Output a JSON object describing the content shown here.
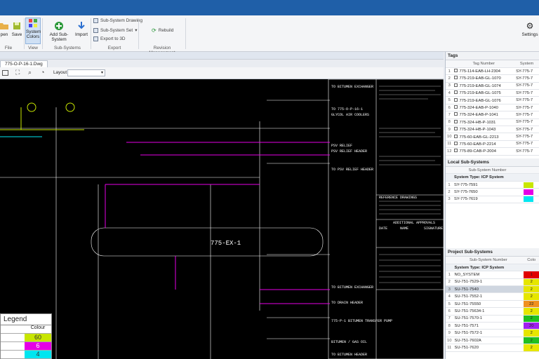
{
  "ribbon": {
    "file_group": "File",
    "open": "pen",
    "save": "Save",
    "view_group": "View",
    "system_colors": "System\nColors",
    "subsystems_group": "Sub-Systems",
    "add_subsystem": "Add Sub-System",
    "import": "Import",
    "export_group": "Export",
    "subsystem_drawing": "Sub-System Drawing",
    "subsystem_set": "Sub-System Set",
    "export_3d": "Export to 3D",
    "revision_group": "Revision Management",
    "rebuild": "Rebuild",
    "settings": "Settings"
  },
  "document_tab": "775-O-P-16-1.Dwg",
  "toolbar": {
    "layout_label": "Layout"
  },
  "tags": {
    "title": "Tags",
    "col_tag": "Tag Number",
    "col_system": "System",
    "rows": [
      {
        "n": "1",
        "tag": "775-114-EAB-LH-2304",
        "system": "SY-775-7"
      },
      {
        "n": "2",
        "tag": "775-219-EAB-GL-1070",
        "system": "SY-775-7"
      },
      {
        "n": "3",
        "tag": "775-219-EAB-GL-1074",
        "system": "SY-775-7"
      },
      {
        "n": "4",
        "tag": "775-219-EAB-GL-1075",
        "system": "SY-775-7"
      },
      {
        "n": "5",
        "tag": "775-219-EAB-GL-1076",
        "system": "SY-775-7"
      },
      {
        "n": "6",
        "tag": "775-324-EAB-P-1040",
        "system": "SY-775-7"
      },
      {
        "n": "7",
        "tag": "775-324-EAB-P-1041",
        "system": "SY-775-7"
      },
      {
        "n": "8",
        "tag": "775-324-HB-P-1031",
        "system": "SY-775-7"
      },
      {
        "n": "9",
        "tag": "775-324-HB-P-1043",
        "system": "SY-775-7"
      },
      {
        "n": "10",
        "tag": "775-60-EAB-GL-2213",
        "system": "SY-775-7"
      },
      {
        "n": "11",
        "tag": "775-60-EAB-P-2214",
        "system": "SY-775-7"
      },
      {
        "n": "12",
        "tag": "775-89-CAB-P-2004",
        "system": "SY-775-7"
      }
    ]
  },
  "local": {
    "title": "Local Sub-Systems",
    "col": "Sub-System Number",
    "group": "System Type: ICP System",
    "rows": [
      {
        "n": "1",
        "name": "SY-775-7591",
        "color": "#c8e600"
      },
      {
        "n": "2",
        "name": "SY-775-7650",
        "color": "#e600e6"
      },
      {
        "n": "3",
        "name": "SY-775-7619",
        "color": "#00e6f0"
      }
    ]
  },
  "project": {
    "title": "Project Sub-Systems",
    "col": "Sub-System Number",
    "col_color": "Colo",
    "group": "System Type: ICP System",
    "rows": [
      {
        "n": "1",
        "name": "NO_SYSTEM",
        "val": "1",
        "color": "#e00000"
      },
      {
        "n": "2",
        "name": "SU-751-7529-1",
        "val": "2",
        "color": "#e6e600"
      },
      {
        "n": "3",
        "name": "SU-751-7540",
        "val": "2",
        "color": "#e6e600"
      },
      {
        "n": "4",
        "name": "SU-751-7552-1",
        "val": "2",
        "color": "#e6e600"
      },
      {
        "n": "5",
        "name": "SU-751-75550",
        "val": "22",
        "color": "#f09020"
      },
      {
        "n": "6",
        "name": "SU-751-75634-1",
        "val": "2",
        "color": "#e6e600"
      },
      {
        "n": "7",
        "name": "SU-751-7570-1",
        "val": "2",
        "color": "#20c020"
      },
      {
        "n": "8",
        "name": "SU-751-7571",
        "val": "20",
        "color": "#a020f0"
      },
      {
        "n": "9",
        "name": "SU-751-7572-1",
        "val": "2",
        "color": "#e6e600"
      },
      {
        "n": "10",
        "name": "SU-751-7602A",
        "val": "2",
        "color": "#20c020"
      },
      {
        "n": "11",
        "name": "SU-751-7620",
        "val": "2",
        "color": "#e6e600"
      }
    ]
  },
  "legend": {
    "title": "Legend",
    "col_colour": "Colour",
    "rows": [
      {
        "value": "60",
        "color": "#c8e600"
      },
      {
        "value": "6",
        "color": "#e600e6"
      },
      {
        "value": "4",
        "color": "#00e6f0"
      }
    ]
  },
  "drawing": {
    "header_label": "775-EX-1",
    "notes": [
      "TO BITUMEN EXCHANGER",
      "TO 775-O-P-16-1",
      "GLYCOL AIR COOLERS",
      "PSV RELIEF",
      "PSV RELIEF HEADER",
      "TO PSV RELIEF HEADER",
      "TO BITUMEN EXCHANGER",
      "TO DRAIN HEADER",
      "775-P-1 BITUMEN TRANSFER PUMP",
      "BITUMEN / GAS OIL",
      "TO BITUMEN HEADER"
    ],
    "additional_approvals": "ADDITIONAL APPROVALS",
    "ref_drawings": "REFERENCE DRAWINGS",
    "cols": [
      "DATE",
      "NAME",
      "SIGNATURE"
    ]
  }
}
